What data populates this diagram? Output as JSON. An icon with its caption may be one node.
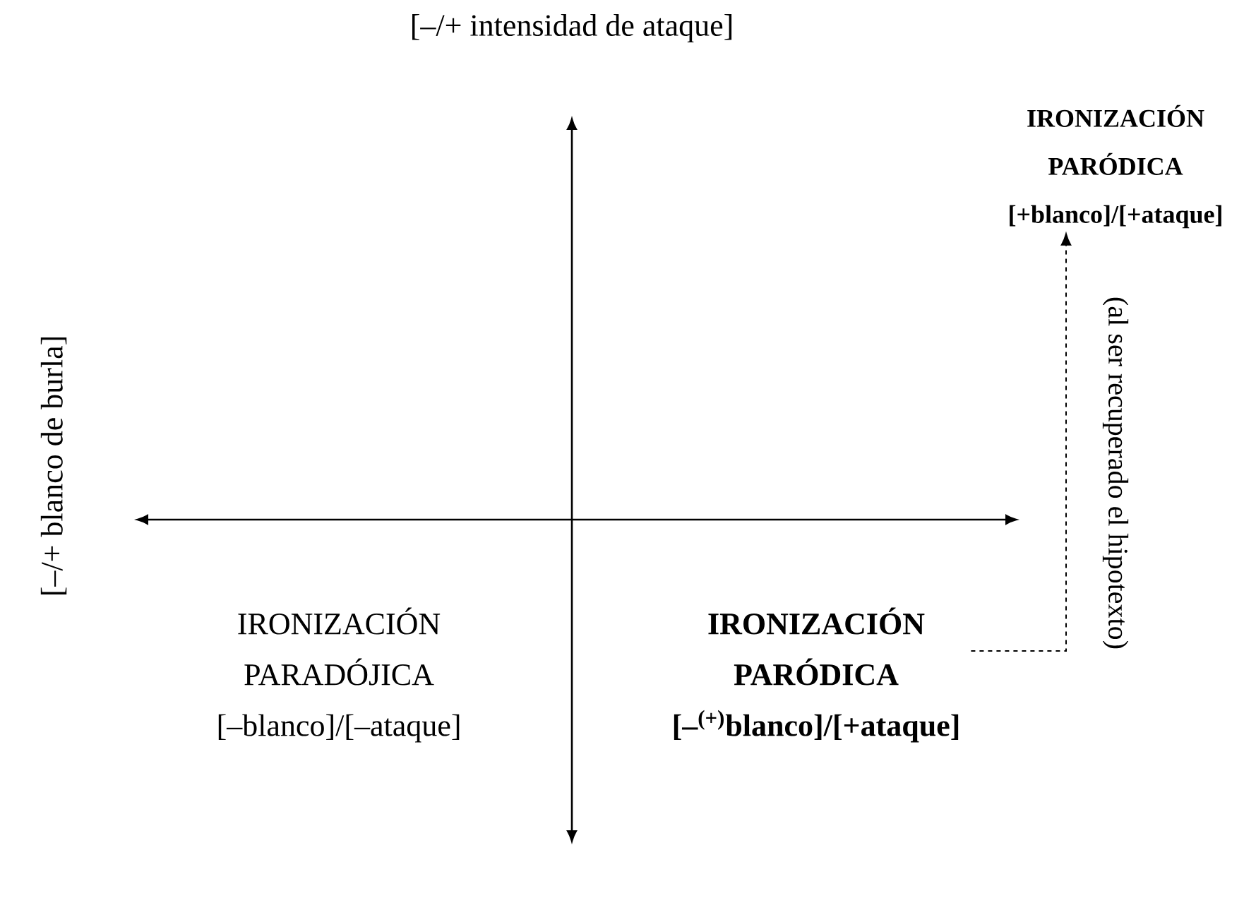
{
  "diagram": {
    "nodes": [
      {
        "text": [
          "IRONIZACIÓN PARADÓJICA",
          "[–blanco]/[–ataque]"
        ]
      },
      {
        "text": [
          "IRONIZACIÓN PARÓDICA",
          "[–$^{(+)}$blanco]/[+ataque]"
        ]
      },
      {
        "text": [
          "IRONIZACIÓN PARÓDICA",
          "[+blanco]/[+ataque]"
        ]
      }
    ],
    "edges": [
      {
        "from": 1,
        "to": 2,
        "arrow": "to",
        "style": "dashed",
        "label": "(al ser recuperado el hipotexto)"
      }
    ],
    "labels": [
      "[–/+ intensidad de ataque]",
      "[–/+ blanco de burla]"
    ]
  }
}
